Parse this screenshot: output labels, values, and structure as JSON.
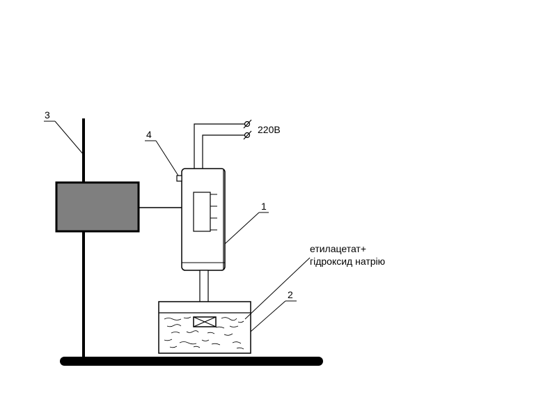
{
  "labels": {
    "part_1": "1",
    "part_2": "2",
    "part_3": "3",
    "part_4": "4",
    "voltage": "220В",
    "mixture_line_1": "етилацетат+",
    "mixture_line_2": "гідроксид натрію"
  },
  "colors": {
    "stroke": "#000000",
    "block_fill": "#7f7f7f",
    "background": "#ffffff"
  }
}
